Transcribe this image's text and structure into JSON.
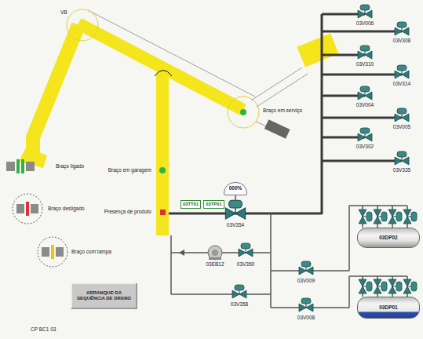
{
  "diagram": {
    "nodes": [
      {
        "text": [
          "000%"
        ]
      },
      {
        "text": [
          "03TT01"
        ]
      },
      {
        "text": [
          "03TP01"
        ]
      },
      {
        "text": [
          "03DP02"
        ]
      },
      {
        "text": [
          "ARRANQUE DA SEQUÊNCIA DE DRENO"
        ]
      },
      {
        "text": [
          "03DP01"
        ]
      }
    ],
    "labels": [
      "VB",
      "Braço em serviço",
      "03V006",
      "03V308",
      "03V310",
      "03V314",
      "03V004",
      "03V005",
      "03V302",
      "03V335",
      "Braço em garagem",
      "Presença de produto",
      "03V354",
      "03EB12",
      "03V350",
      "03V009",
      "03V358",
      "03V008",
      "CP BC1 03"
    ],
    "legend": [
      {
        "text": "Braço ligado"
      },
      {
        "text": "Braço desligado"
      },
      {
        "text": "Braço com tampa"
      }
    ]
  }
}
